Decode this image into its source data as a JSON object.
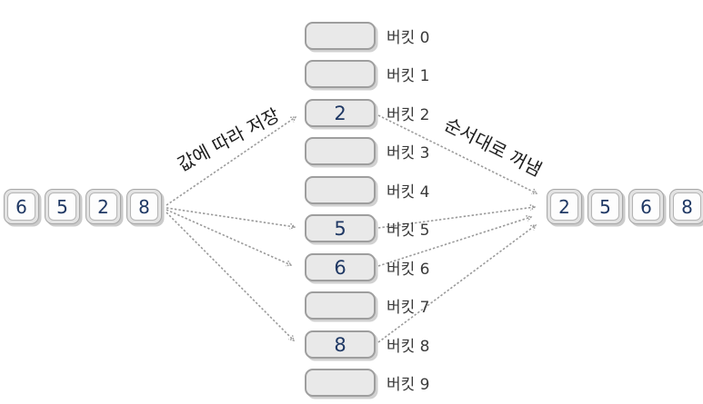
{
  "input_array": {
    "values": [
      "6",
      "5",
      "2",
      "8"
    ]
  },
  "output_array": {
    "values": [
      "2",
      "5",
      "6",
      "8"
    ]
  },
  "buckets": [
    {
      "label": "버킷 0",
      "value": ""
    },
    {
      "label": "버킷 1",
      "value": ""
    },
    {
      "label": "버킷 2",
      "value": "2"
    },
    {
      "label": "버킷 3",
      "value": ""
    },
    {
      "label": "버킷 4",
      "value": ""
    },
    {
      "label": "버킷 5",
      "value": "5"
    },
    {
      "label": "버킷 6",
      "value": "6"
    },
    {
      "label": "버킷 7",
      "value": ""
    },
    {
      "label": "버킷 8",
      "value": "8"
    },
    {
      "label": "버킷 9",
      "value": ""
    }
  ],
  "annotations": {
    "store": "값에 따라 저장",
    "fetch": "순서대로 꺼냄"
  },
  "colors": {
    "number_text": "#1f3864",
    "arrow": "#999999",
    "box_border": "#9e9e9e",
    "box_fill": "#e9e9e9",
    "label_text": "#3a3a3a"
  }
}
